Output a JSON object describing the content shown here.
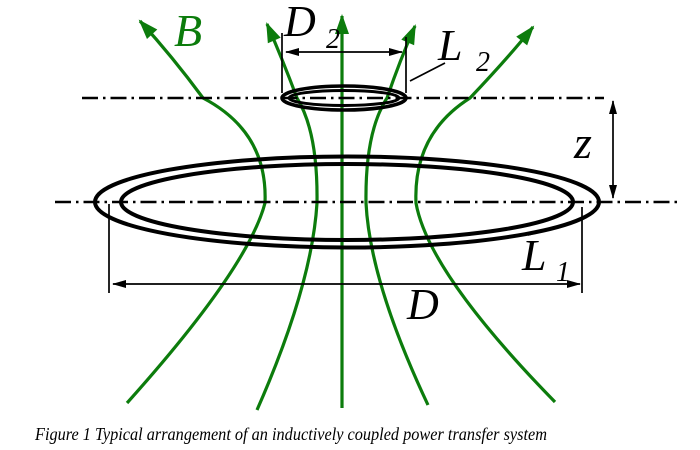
{
  "figure": {
    "caption": "Figure 1 Typical arrangement of an inductively coupled power transfer system"
  },
  "labels": {
    "flux_density": "B",
    "secondary_diameter_main": "D",
    "secondary_diameter_sub": "2",
    "secondary_coil_main": "L",
    "secondary_coil_sub": "2",
    "coil_gap": "z",
    "primary_coil_main": "L",
    "primary_coil_sub": "1",
    "primary_diameter_main": "D"
  },
  "colors": {
    "field_line_green": "#0c7c0c",
    "drawing_black": "#000000",
    "background": "#ffffff"
  }
}
